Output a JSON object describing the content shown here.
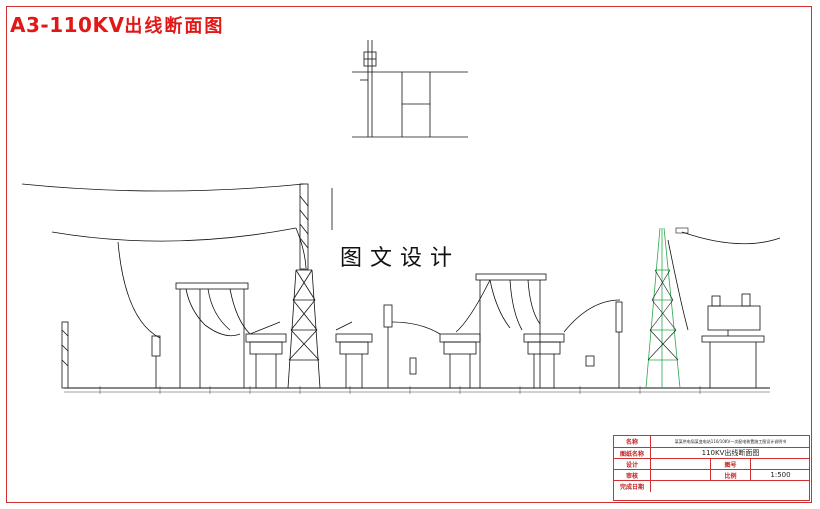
{
  "header": {
    "title_prefix": "A3-110KV",
    "title_suffix": "出线断面图"
  },
  "watermark": "图文设计",
  "colors": {
    "border": "#d03030",
    "title": "#e01818",
    "line": "#111111",
    "highlight": "#2aa84a"
  },
  "title_block": {
    "rows": [
      {
        "label": "名称",
        "value": "某某供电局某变电站110/10KV一次配电装置施工图设计说明书",
        "extra_label": "",
        "extra_value": ""
      },
      {
        "label": "图纸名称",
        "value": "110KV出线断面图",
        "extra_label": "",
        "extra_value": ""
      },
      {
        "label": "设计",
        "value": "",
        "extra_label": "图号",
        "extra_value": ""
      },
      {
        "label": "审核",
        "value": "",
        "extra_label": "比例",
        "extra_value": "1:500"
      },
      {
        "label": "完成日期",
        "value": "",
        "extra_label": "",
        "extra_value": ""
      }
    ]
  }
}
